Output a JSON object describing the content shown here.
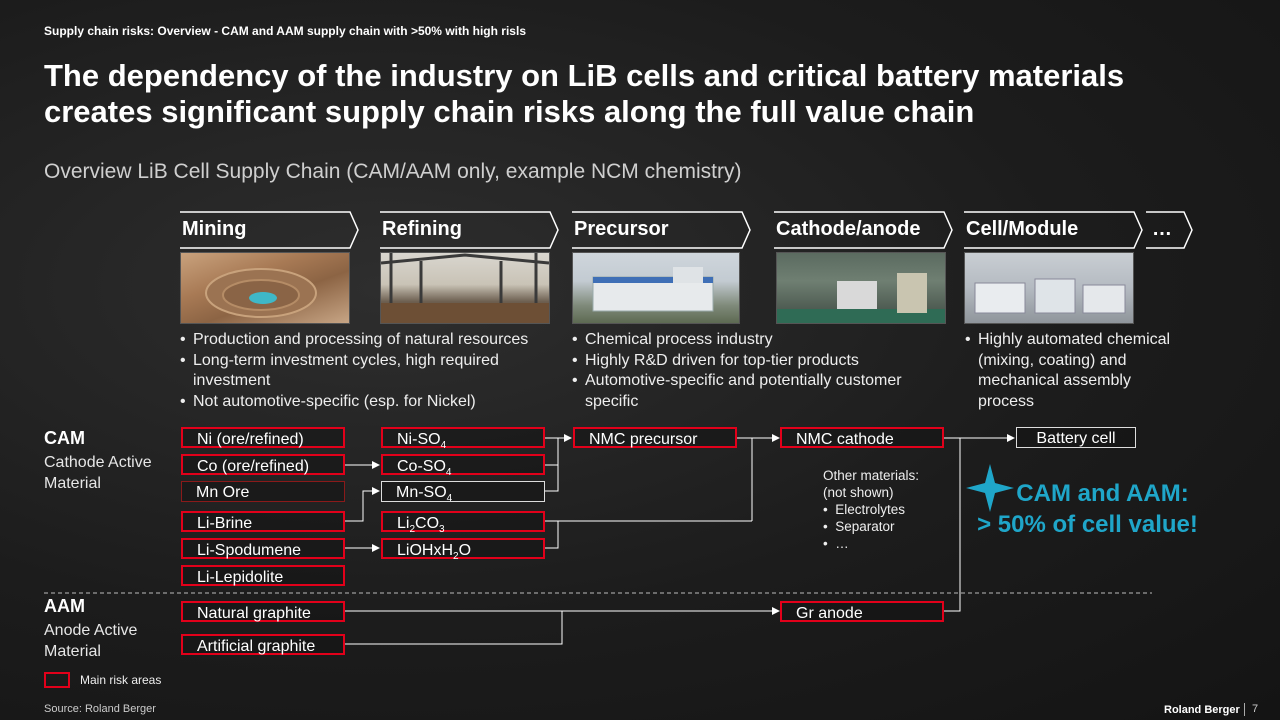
{
  "header": {
    "section": "Supply chain risks: Overview - CAM and AAM supply chain with >50% with high risls",
    "title": "The dependency of the industry on LiB cells and critical battery materials creates significant supply chain risks along the full value chain",
    "subtitle": "Overview LiB Cell Supply Chain (CAM/AAM only, example NCM chemistry)"
  },
  "stages": [
    "Mining",
    "Refining",
    "Precursor",
    "Cathode/anode",
    "Cell/Module",
    "…"
  ],
  "bullets": {
    "mining_refining": [
      "Production and processing of natural resources",
      "Long-term investment cycles, high required investment",
      "Not automotive-specific (esp. for Nickel)"
    ],
    "precursor_cathode": [
      "Chemical process industry",
      "Highly R&D driven for top-tier products",
      "Automotive-specific and potentially customer specific"
    ],
    "cell": [
      "Highly automated chemical (mixing, coating) and mechanical assembly process"
    ]
  },
  "rows": {
    "cam_title": "CAM",
    "cam_sub": "Cathode Active Material",
    "aam_title": "AAM",
    "aam_sub": "Anode Active Material"
  },
  "mining": [
    "Ni (ore/refined)",
    "Co (ore/refined)",
    "Mn Ore",
    "Li-Brine",
    "Li-Spodumene",
    "Li-Lepidolite",
    "Natural graphite",
    "Artificial graphite"
  ],
  "refining": {
    "niso": {
      "base": "Ni-SO",
      "sub": "4"
    },
    "coso": {
      "base": "Co-SO",
      "sub": "4"
    },
    "mnso": {
      "base": "Mn-SO",
      "sub": "4"
    },
    "li2co3": {
      "a": "Li",
      "s1": "2",
      "b": "CO",
      "s2": "3"
    },
    "lioh": {
      "a": "LiOHxH",
      "s": "2",
      "b": "O"
    }
  },
  "precursor": "NMC precursor",
  "cathode": "NMC cathode",
  "anode": "Gr anode",
  "battery_cell": "Battery cell",
  "other_materials": {
    "title1": "Other materials:",
    "title2": "(not shown)",
    "items": [
      "Electrolytes",
      "Separator",
      "…"
    ]
  },
  "callout": {
    "line1": "CAM and AAM:",
    "line2": "> 50% of cell value!"
  },
  "legend": "Main risk areas",
  "footer": {
    "source": "Source: Roland Berger",
    "brand": "Roland Berger",
    "page": "7"
  },
  "colors": {
    "risk": "#e2001a",
    "accent": "#1fa6c9"
  },
  "risk_areas": [
    "Ni (ore/refined)",
    "Co (ore/refined)",
    "Li-Brine",
    "Li-Spodumene",
    "Li-Lepidolite",
    "Natural graphite",
    "Artificial graphite",
    "Ni-SO4",
    "Co-SO4",
    "Li2CO3",
    "LiOHxH2O",
    "NMC precursor",
    "NMC cathode",
    "Gr anode"
  ]
}
